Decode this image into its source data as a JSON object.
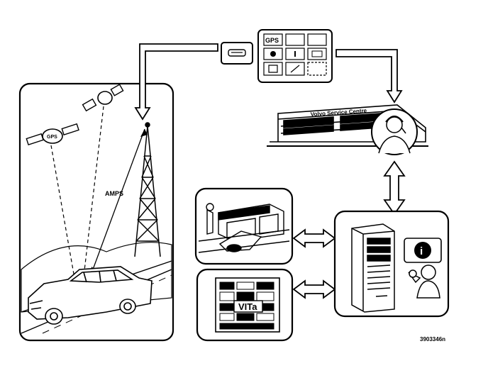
{
  "figure_id": "3903346n",
  "labels": {
    "amps": "AMPS",
    "service_centre": "Volvo Service Centre",
    "vita": "VITa",
    "gps_satellite": "GPS",
    "info_symbol": "i"
  },
  "message_unit": {
    "cells": [
      "GPS",
      "",
      "",
      "",
      "",
      "",
      "",
      "",
      ""
    ]
  },
  "icons": {
    "satellites": "satellite-icon",
    "car": "car-icon",
    "tower": "radio-tower-icon",
    "dealer": "workshop-building-icon",
    "server": "server-computer-icon",
    "operator": "operator-headset-icon",
    "technician": "technician-icon"
  }
}
